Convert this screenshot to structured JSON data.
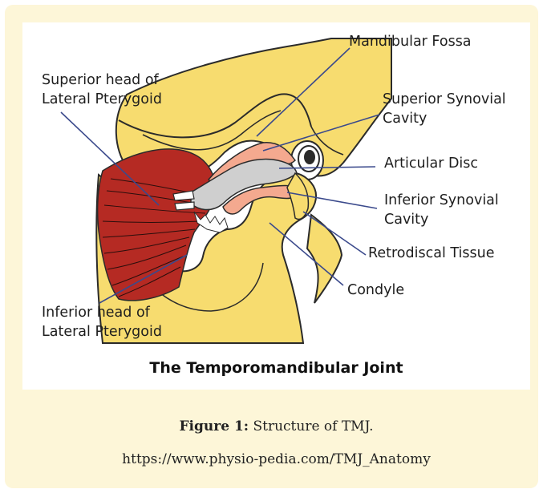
{
  "diagram": {
    "title": "The Temporomandibular Joint",
    "labels": {
      "mandibular_fossa": "Mandibular Fossa",
      "superior_synovial_line1": "Superior Synovial",
      "superior_synovial_line2": "Cavity",
      "articular_disc": "Articular Disc",
      "inferior_synovial_line1": "Inferior Synovial",
      "inferior_synovial_line2": "Cavity",
      "retrodiscal_tissue": "Retrodiscal Tissue",
      "condyle": "Condyle",
      "superior_head_line1": "Superior head of",
      "superior_head_line2": "Lateral Pterygoid",
      "inferior_head_line1": "Inferior head of",
      "inferior_head_line2": "Lateral Pterygoid"
    },
    "colors": {
      "bone": "#f7dc6f",
      "muscle": "#b52a23",
      "synovial": "#f4a98f",
      "disc": "#cfcfcf",
      "leader": "#3b4a8c"
    }
  },
  "caption": {
    "label": "Figure 1:",
    "text": " Structure of TMJ.",
    "source": "https://www.physio-pedia.com/TMJ_Anatomy"
  }
}
